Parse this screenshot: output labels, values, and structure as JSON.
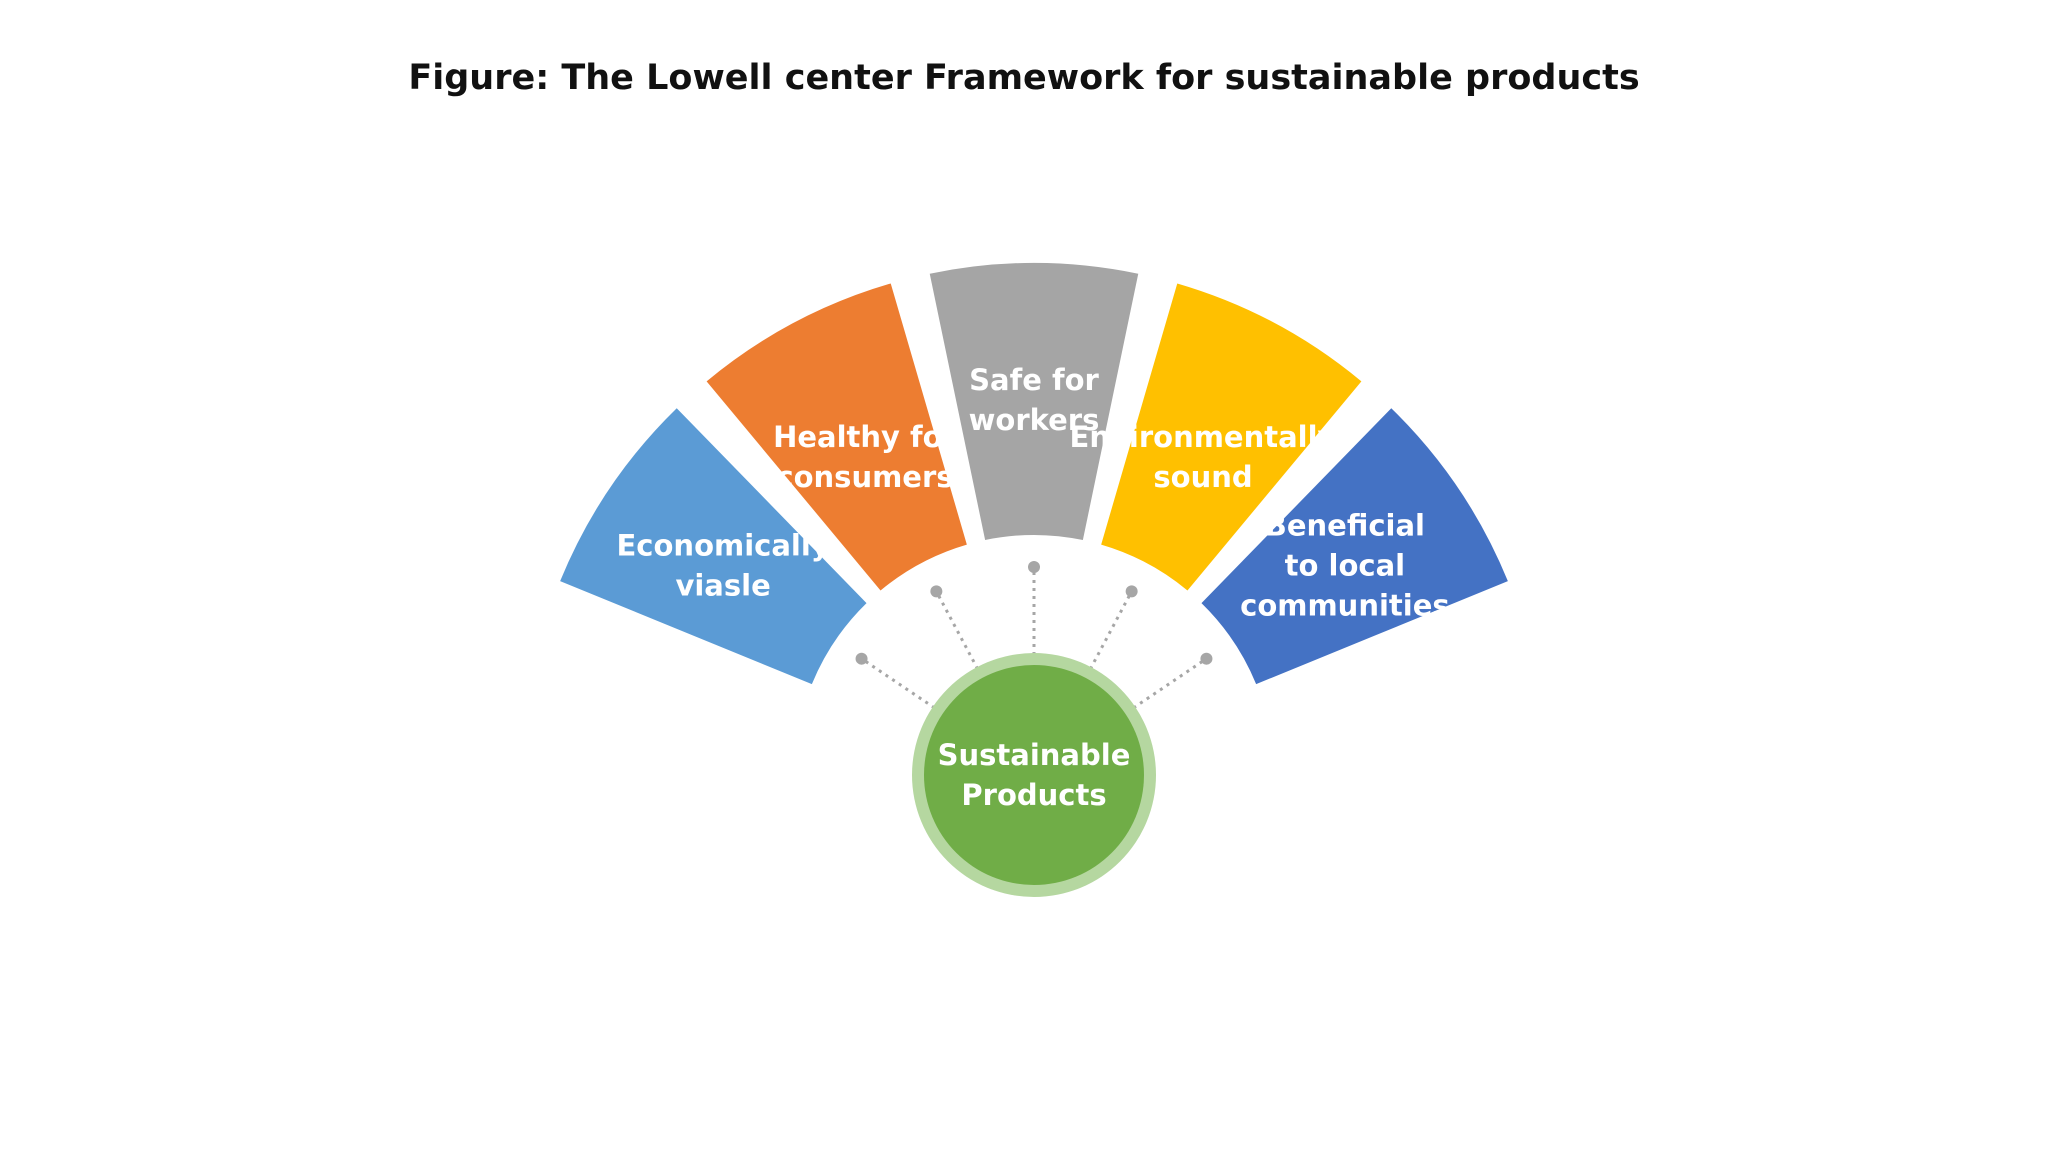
{
  "title": "Figure: The Lowell center Framework for sustainable products",
  "hub": {
    "lines": [
      "Sustainable",
      "Products"
    ],
    "color": "#70AD47",
    "ring_color": "#B5D7A0"
  },
  "connector_color": "#A6A6A6",
  "segments": [
    {
      "id": "economically-viable",
      "lines": [
        "Economically",
        "viasle"
      ],
      "color": "#5B9BD5"
    },
    {
      "id": "healthy-for-consumers",
      "lines": [
        "Healthy for",
        "consumers"
      ],
      "color": "#ED7D31"
    },
    {
      "id": "safe-for-workers",
      "lines": [
        "Safe for",
        "workers"
      ],
      "color": "#A5A5A5"
    },
    {
      "id": "environmentally-sound",
      "lines": [
        "Environmentally",
        "sound"
      ],
      "color": "#FFC000"
    },
    {
      "id": "beneficial-to-local-communities",
      "lines": [
        "Beneficial",
        "to local",
        "communities"
      ],
      "color": "#4472C4"
    }
  ]
}
